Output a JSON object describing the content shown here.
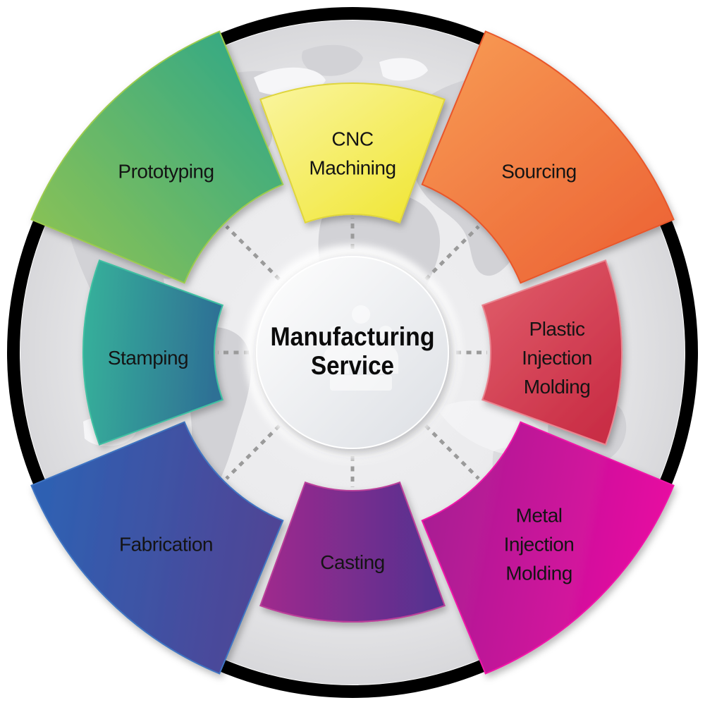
{
  "diagram": {
    "type": "circular-process-wheel",
    "center": {
      "title_lines": [
        "Manufacturing",
        "Service"
      ],
      "title_color": "#0b0b0b",
      "circle_gradient": [
        "#ffffff",
        "#dcdfe4"
      ],
      "watermark_icon": "people-group-icon",
      "watermark_color": "#ffffff"
    },
    "page_background": "#ffffff",
    "ring_color": "#000000",
    "disk_gradient": [
      "#f1f1f3",
      "#e9e9eb",
      "#d8d8db"
    ],
    "map_color": "#d2d2d6",
    "map_highlight_color": "#f6f6f8",
    "dash_color": "#9a9a9a",
    "label_color": "#141414",
    "segments": [
      {
        "id": "cnc-machining",
        "label_lines": [
          "CNC",
          "Machining"
        ],
        "angle": -90,
        "size": "small",
        "gradient": [
          "#faf5a0",
          "#f1e73b"
        ],
        "stroke": "#dfd53c"
      },
      {
        "id": "sourcing",
        "label_lines": [
          "Sourcing"
        ],
        "angle": -45,
        "size": "large",
        "gradient": [
          "#f79a54",
          "#ec6133"
        ],
        "stroke": "#e8562c"
      },
      {
        "id": "plastic-injection-molding",
        "label_lines": [
          "Plastic",
          "Injection",
          "Molding"
        ],
        "angle": 0,
        "size": "small",
        "gradient": [
          "#e15f6c",
          "#c92d45"
        ],
        "stroke": "#ea8590"
      },
      {
        "id": "metal-injection-molding",
        "label_lines": [
          "Metal",
          "Injection",
          "Molding"
        ],
        "angle": 45,
        "size": "large",
        "gradient": [
          "#a32092",
          "#e60ca1"
        ],
        "stroke": "#f013a8"
      },
      {
        "id": "casting",
        "label_lines": [
          "Casting"
        ],
        "angle": 90,
        "size": "small",
        "gradient": [
          "#a02a8d",
          "#513190"
        ],
        "stroke": "#bb3f9a"
      },
      {
        "id": "fabrication",
        "label_lines": [
          "Fabrication"
        ],
        "angle": 135,
        "size": "large",
        "gradient": [
          "#2b63b5",
          "#4f4596"
        ],
        "stroke": "#3f74c2"
      },
      {
        "id": "stamping",
        "label_lines": [
          "Stamping"
        ],
        "angle": 180,
        "size": "small",
        "gradient": [
          "#36b29a",
          "#2e7095"
        ],
        "stroke": "#3fc0a2"
      },
      {
        "id": "prototyping",
        "label_lines": [
          "Prototyping"
        ],
        "angle": -135,
        "size": "large",
        "gradient": [
          "#8ec353",
          "#2aa68a"
        ],
        "stroke": "#9ccb4d"
      }
    ]
  }
}
